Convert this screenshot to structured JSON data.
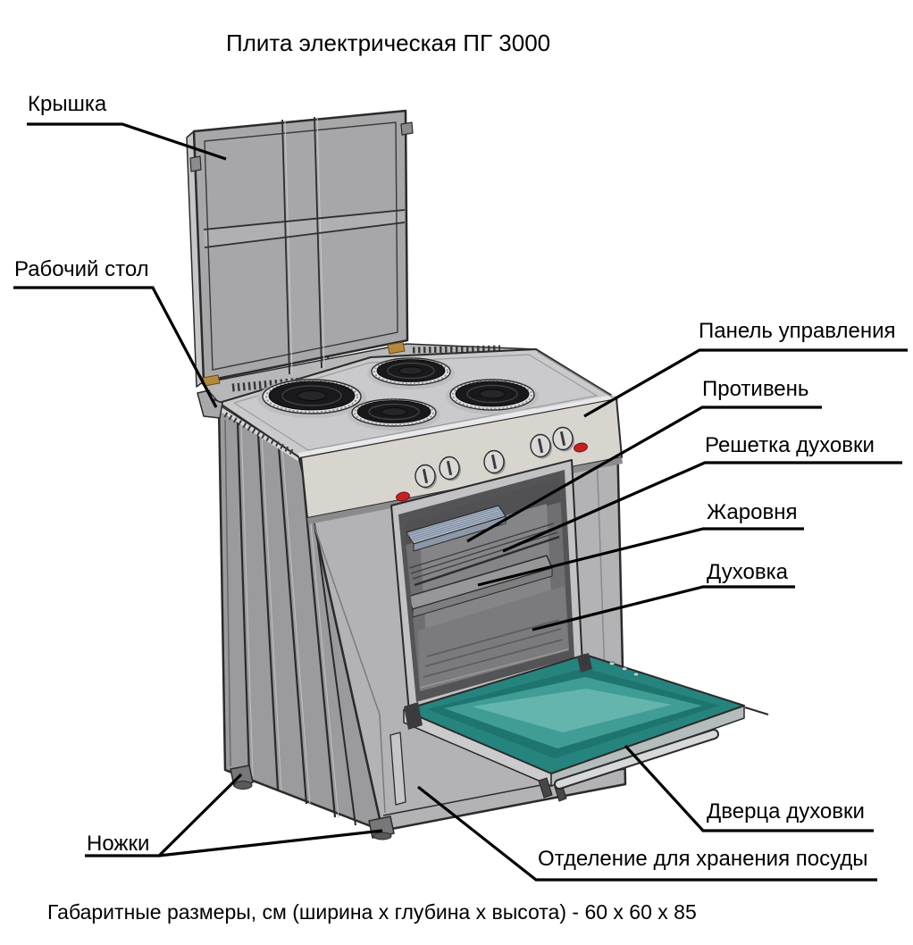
{
  "title": "Плита электрическая ПГ 3000",
  "labels": {
    "lid": "Крышка",
    "worktop": "Рабочий стол",
    "control_panel": "Панель управления",
    "baking_tray": "Противень",
    "oven_rack": "Решетка духовки",
    "roasting_pan": "Жаровня",
    "oven": "Духовка",
    "oven_door": "Дверца духовки",
    "storage_compartment": "Отделение для хранения посуды",
    "legs": "Ножки"
  },
  "footer": "Габаритные размеры, см (ширина х глубина х высота) - 60 х 60 х 85",
  "dimensions_cm": {
    "width": 60,
    "depth": 60,
    "height": 85
  },
  "colors": {
    "door_glass": "#3f9d96",
    "indicator_light": "#c42222",
    "body_gray": "#9b9b9d",
    "leader_line": "#000000"
  }
}
